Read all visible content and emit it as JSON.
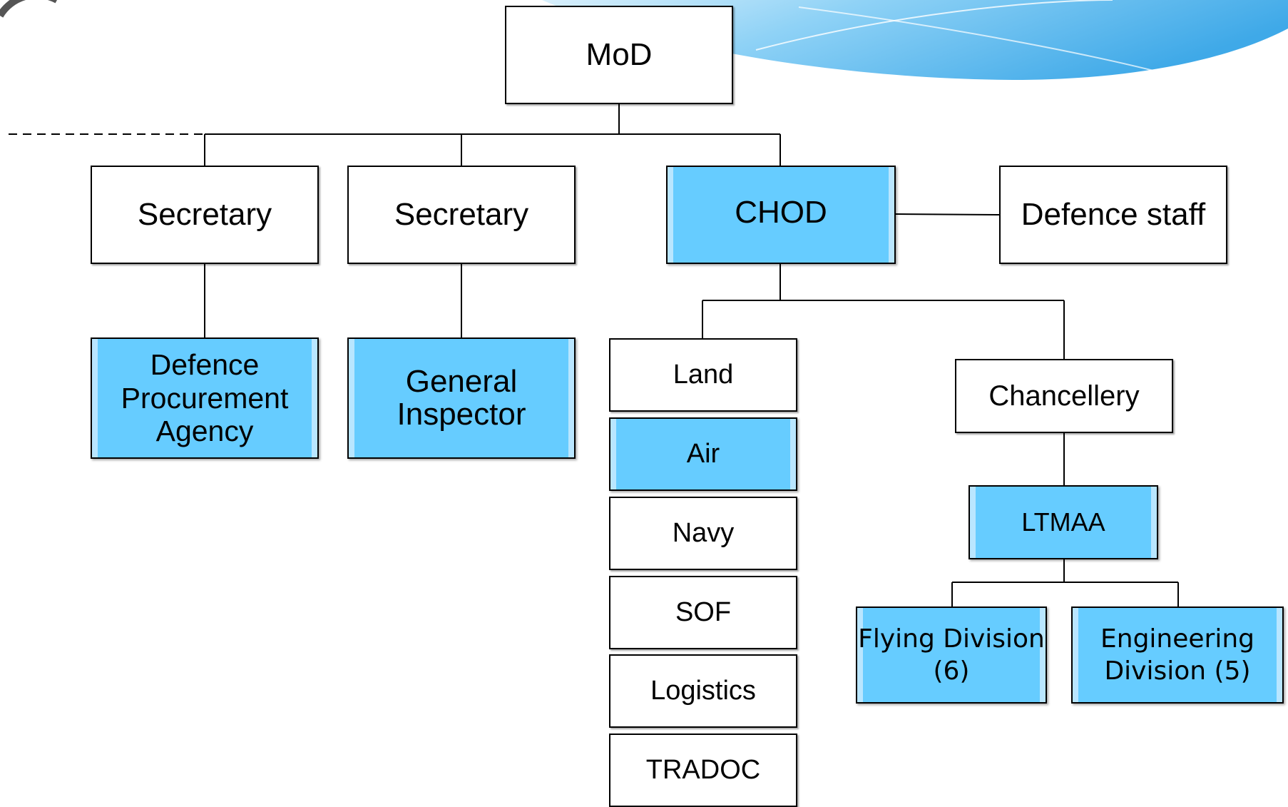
{
  "root": {
    "label": "MoD"
  },
  "level1": {
    "secretary_1": "Secretary",
    "secretary_2": "Secretary",
    "chod": "CHOD",
    "defence_staff": "Defence staff"
  },
  "level2": {
    "defence_procurement_agency": "Defence\nProcurement\nAgency",
    "general_inspector": "General\nInspector",
    "chancellery": "Chancellery"
  },
  "services": [
    "Land",
    "Air",
    "Navy",
    "SOF",
    "Logistics",
    "TRADOC"
  ],
  "ltmaa": {
    "label": "LTMAA",
    "flying_division": "Flying Division\n(6)",
    "engineering_division": "Engineering\nDivision (5)"
  },
  "colors": {
    "highlight_fill": "#66ccff",
    "box_border": "#000000",
    "decor_swoosh": "#4bb3ee"
  }
}
